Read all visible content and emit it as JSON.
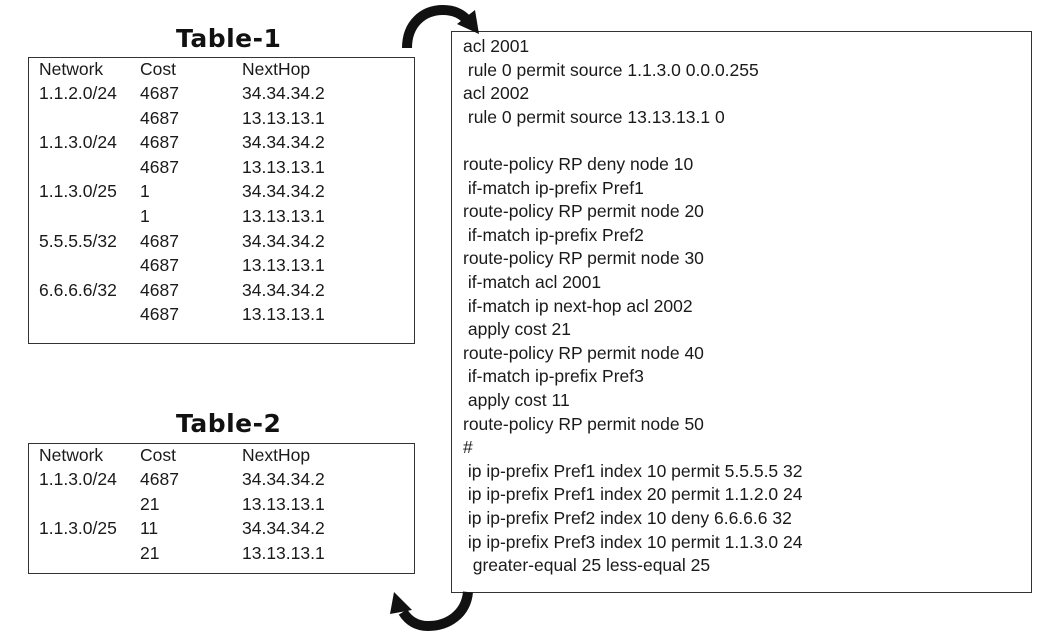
{
  "table1": {
    "title": "Table-1",
    "headers": [
      "Network",
      "Cost",
      "NextHop"
    ],
    "rows": [
      [
        "1.1.2.0/24",
        "4687",
        "34.34.34.2"
      ],
      [
        "",
        "4687",
        "13.13.13.1"
      ],
      [
        "1.1.3.0/24",
        "4687",
        "34.34.34.2"
      ],
      [
        "",
        "4687",
        "13.13.13.1"
      ],
      [
        "1.1.3.0/25",
        "1",
        "34.34.34.2"
      ],
      [
        "",
        "1",
        "13.13.13.1"
      ],
      [
        "5.5.5.5/32",
        "4687",
        "34.34.34.2"
      ],
      [
        "",
        "4687",
        "13.13.13.1"
      ],
      [
        "6.6.6.6/32",
        "4687",
        "34.34.34.2"
      ],
      [
        "",
        "4687",
        "13.13.13.1"
      ]
    ]
  },
  "table2": {
    "title": "Table-2",
    "headers": [
      "Network",
      "Cost",
      "NextHop"
    ],
    "rows": [
      [
        "1.1.3.0/24",
        "4687",
        "34.34.34.2"
      ],
      [
        "",
        "21",
        "13.13.13.1"
      ],
      [
        "1.1.3.0/25",
        "11",
        "34.34.34.2"
      ],
      [
        "",
        "21",
        "13.13.13.1"
      ]
    ]
  },
  "config": {
    "lines": [
      "acl 2001",
      " rule 0 permit source 1.1.3.0 0.0.0.255",
      "acl 2002",
      " rule 0 permit source 13.13.13.1 0",
      "",
      "route-policy RP deny node 10",
      " if-match ip-prefix Pref1",
      "route-policy RP permit node 20",
      " if-match ip-prefix Pref2",
      "route-policy RP permit node 30",
      " if-match acl 2001",
      " if-match ip next-hop acl 2002",
      " apply cost 21",
      "route-policy RP permit node 40",
      " if-match ip-prefix Pref3",
      " apply cost 11",
      "route-policy RP permit node 50",
      "#",
      " ip ip-prefix Pref1 index 10 permit 5.5.5.5 32",
      " ip ip-prefix Pref1 index 20 permit 1.1.2.0 24",
      " ip ip-prefix Pref2 index 10 deny 6.6.6.6 32",
      " ip ip-prefix Pref3 index 10 permit 1.1.3.0 24",
      "  greater-equal 25 less-equal 25"
    ]
  },
  "arrows": {
    "top": {
      "icon": "curved-arrow-down-icon"
    },
    "bottom": {
      "icon": "curved-arrow-up-icon"
    }
  }
}
